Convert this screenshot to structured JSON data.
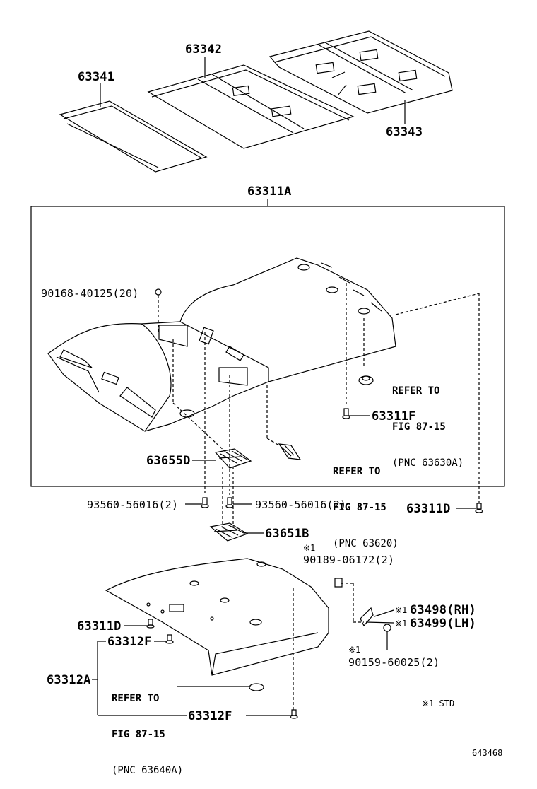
{
  "parts": {
    "p63341": "63341",
    "p63342": "63342",
    "p63343": "63343",
    "p63311A": "63311A",
    "p90168": "90168-40125(20)",
    "p63311F": "63311F",
    "p63655D": "63655D",
    "p93560_left": "93560-56016(2)",
    "p93560_right": "93560-56016(2)",
    "p63311D_right": "63311D",
    "p63651B": "63651B",
    "p90189": "90189-06172(2)",
    "p63498": "63498(RH)",
    "p63499": "63499(LH)",
    "p63311D_left": "63311D",
    "p63312F_upper": "63312F",
    "p63312A": "63312A",
    "p90159": "90159-60025(2)",
    "p63312F_lower": "63312F"
  },
  "refs": {
    "ref1": {
      "line1": "REFER TO",
      "line2": "FIG 87-15",
      "line3": "(PNC 63630A)"
    },
    "ref2": {
      "line1": "REFER TO",
      "line2": "FIG 87-15",
      "line3": "(PNC 63620)"
    },
    "ref3": {
      "line1": "REFER TO",
      "line2": "FIG 87-15",
      "line3": "(PNC 63640A)"
    }
  },
  "marks": {
    "mark_90189": "※1",
    "mark_63498": "※1",
    "mark_63499": "※1",
    "mark_90159": "※1"
  },
  "legend": "※1 STD",
  "figure_id": "643468"
}
